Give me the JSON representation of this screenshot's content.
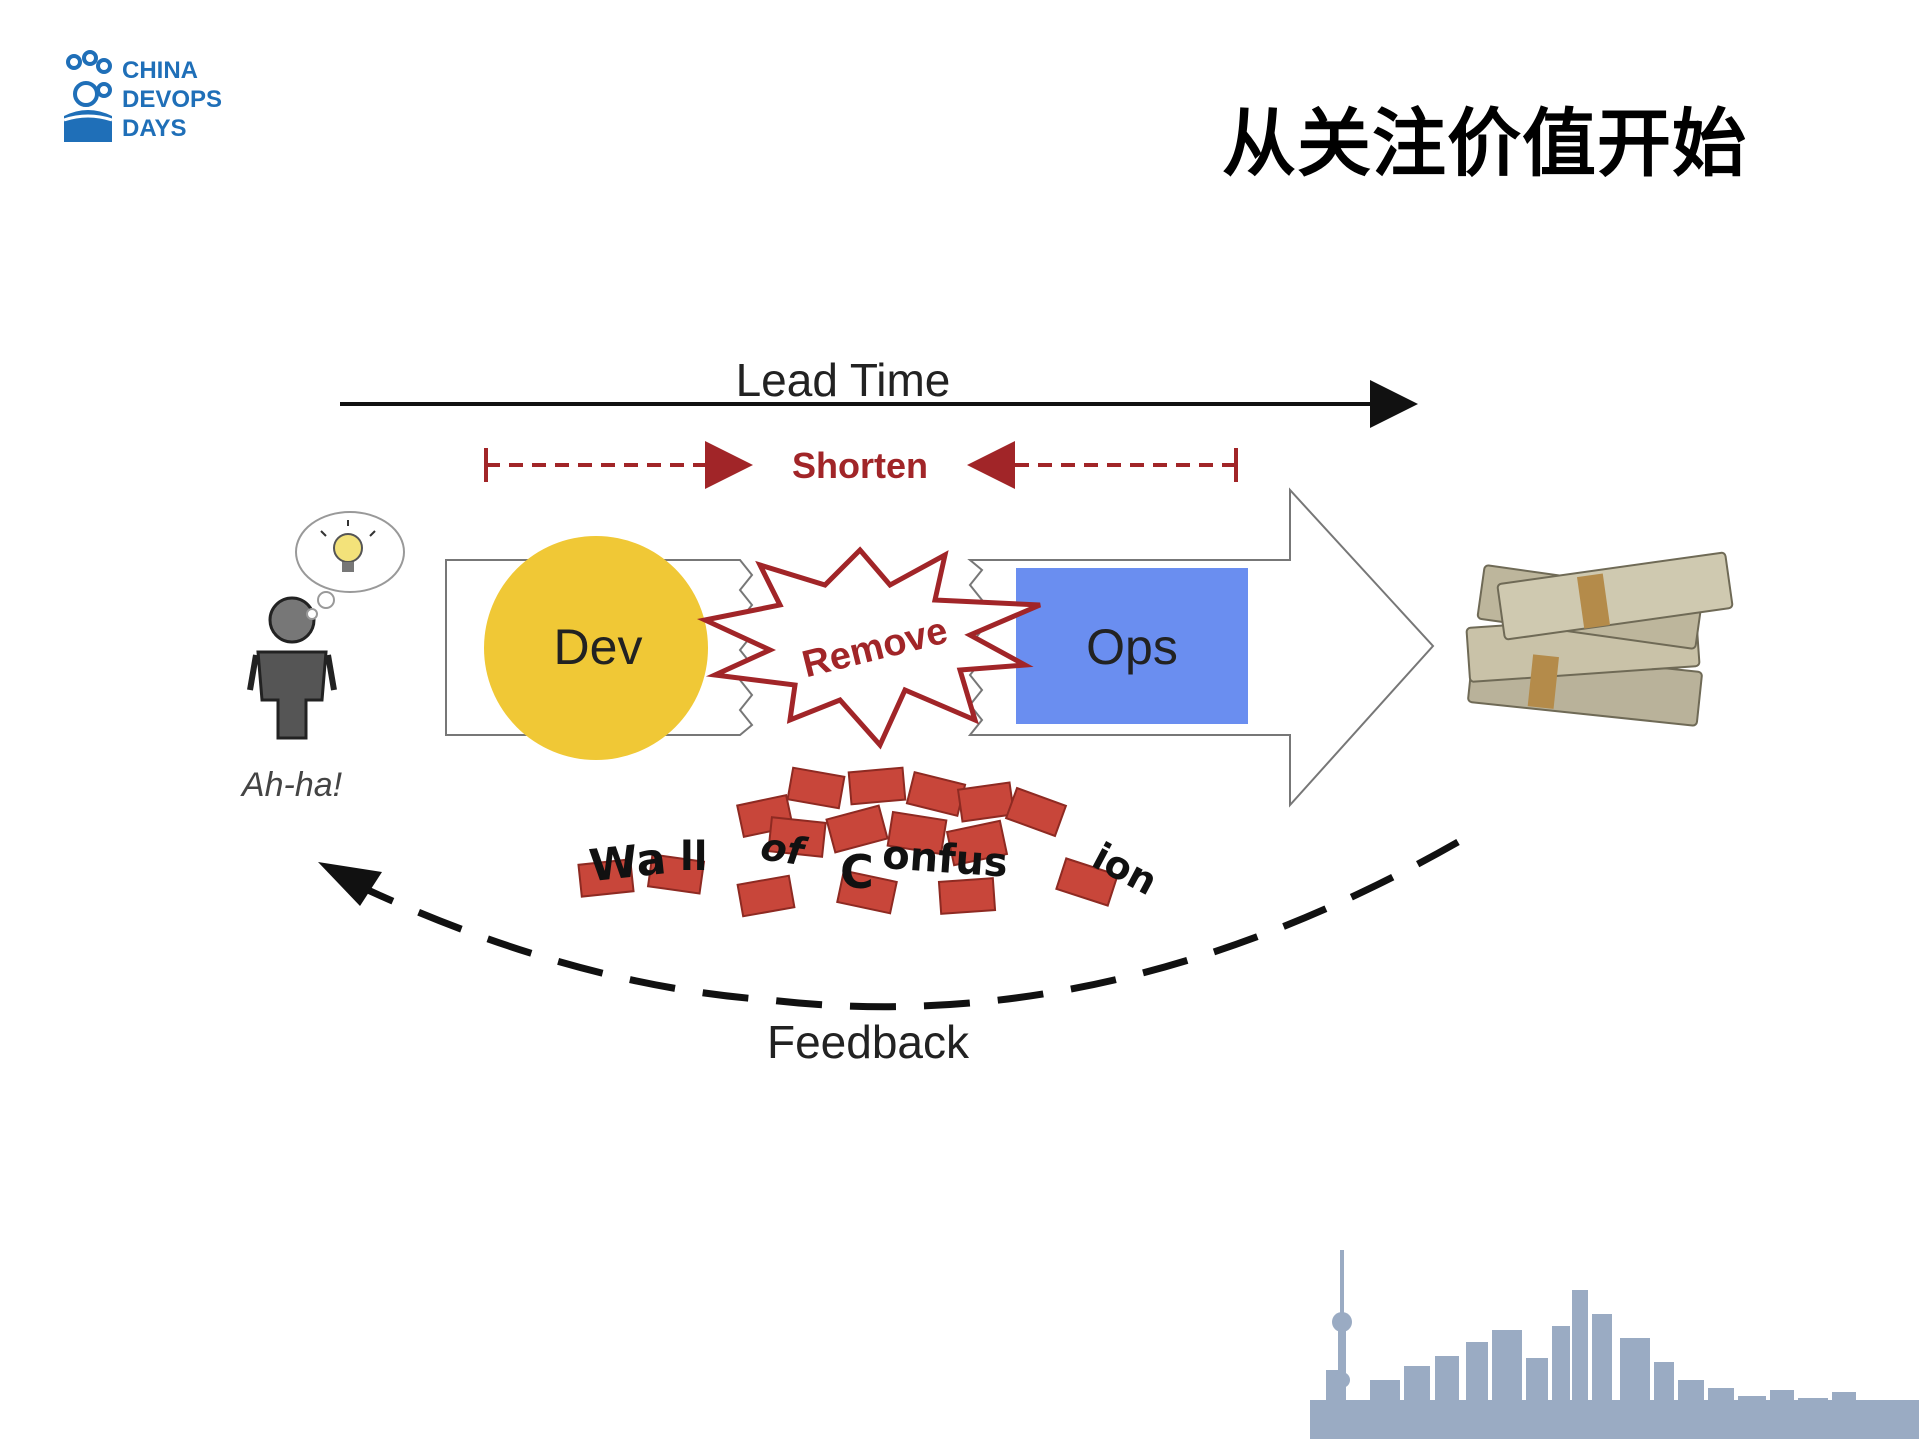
{
  "logo": {
    "line1": "CHINA",
    "line2": "DEVOPS",
    "line3": "DAYS",
    "icon": "devops-days-logo-icon",
    "color": "#1f6fb8"
  },
  "slide": {
    "title": "从关注价值开始"
  },
  "diagram": {
    "lead_time": "Lead Time",
    "shorten": "Shorten",
    "dev": "Dev",
    "ops": "Ops",
    "remove": "Remove",
    "ah_ha": "Ah-ha!",
    "wall": [
      "Wa",
      "ll",
      "of",
      "C",
      "onfus",
      "ion"
    ],
    "feedback": "Feedback",
    "colors": {
      "dev": "#f0c836",
      "ops": "#6a8ef0",
      "accent": "#a12528",
      "brick": "#c8463a"
    },
    "icons": [
      "person-icon",
      "lightbulb-icon",
      "money-stack-icon"
    ]
  },
  "footer": {
    "skyline": "shanghai-skyline-icon"
  }
}
